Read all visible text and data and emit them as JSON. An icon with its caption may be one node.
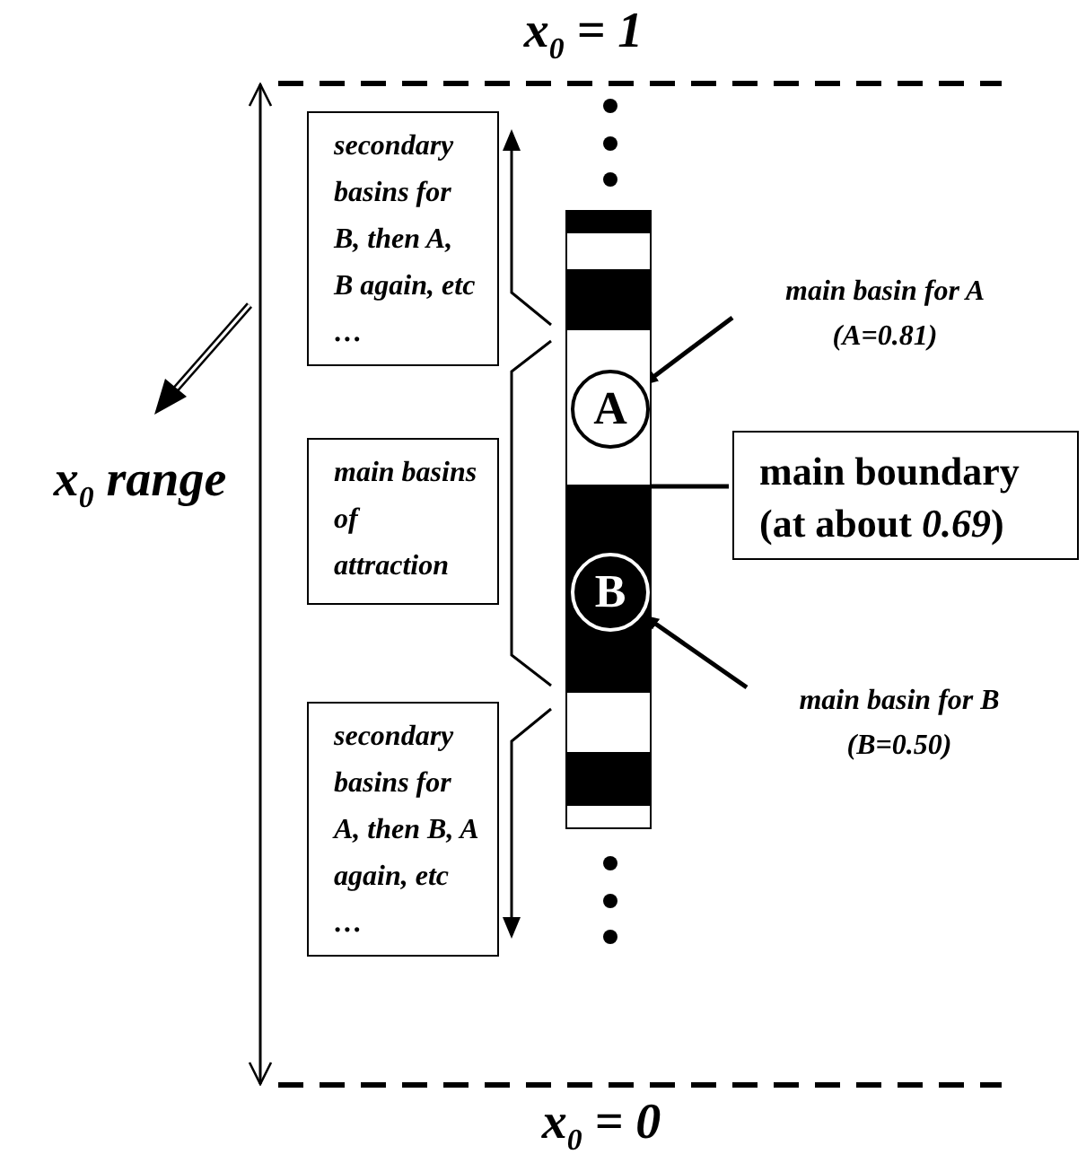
{
  "diagram": {
    "nodes": [
      {
        "text": [
          "secondary basins for B, then A, B again, etc …"
        ]
      },
      {
        "text": [
          "main basins of attraction"
        ]
      },
      {
        "text": [
          "secondary basins for A, then B, A again, etc …"
        ]
      },
      {
        "text": [],
        "shape": "bar"
      },
      {
        "text": [
          "A"
        ],
        "in": 3
      },
      {
        "text": [
          "B"
        ],
        "in": 3
      },
      {
        "text": [
          "main basin for A (A=0.81)"
        ]
      },
      {
        "text": [
          "main boundary (at about *0.69*)"
        ]
      },
      {
        "text": [
          "main basin for B (B=0.50)"
        ]
      }
    ],
    "edges": [
      {
        "from": 6,
        "to": 4,
        "arrow": "to"
      },
      {
        "from": 7,
        "to": 3,
        "arrow": "none"
      },
      {
        "from": 8,
        "to": 5,
        "arrow": "to"
      }
    ],
    "labels": [
      "x$_{0}$ = 1",
      "x$_{0}$ range",
      "x$_{0}$ = 0"
    ]
  }
}
